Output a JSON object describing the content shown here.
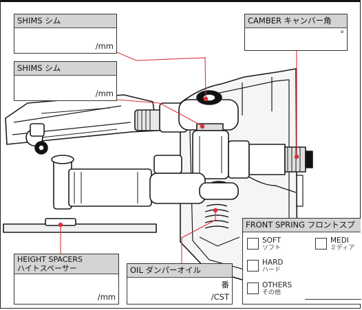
{
  "labels": {
    "shims_top": {
      "title": "SHIMS シム",
      "unit": "/mm"
    },
    "shims_mid": {
      "title": "SHIMS シム",
      "unit": "/mm"
    },
    "camber": {
      "title": "CAMBER キャンバー角",
      "unit": "°"
    },
    "height_spacers": {
      "title_en": "HEIGHT SPACERS",
      "title_jp": "ハイトスペーサー",
      "unit": "/mm"
    },
    "oil": {
      "title": "OIL ダンパーオイル",
      "unit_top": "番",
      "unit_bottom": "/CST"
    },
    "front_spring": {
      "title": "FRONT SPRING フロントスプ",
      "options": [
        {
          "en": "SOFT",
          "jp": "ソフト"
        },
        {
          "en": "MEDI",
          "jp": "ミディア"
        },
        {
          "en": "HARD",
          "jp": "ハード"
        },
        {
          "en": "OTHERS",
          "jp": "その他"
        }
      ]
    }
  },
  "colors": {
    "leader_line": "#d9303a",
    "header_fill": "#d4d4d4",
    "ink": "#1a1a1a"
  }
}
